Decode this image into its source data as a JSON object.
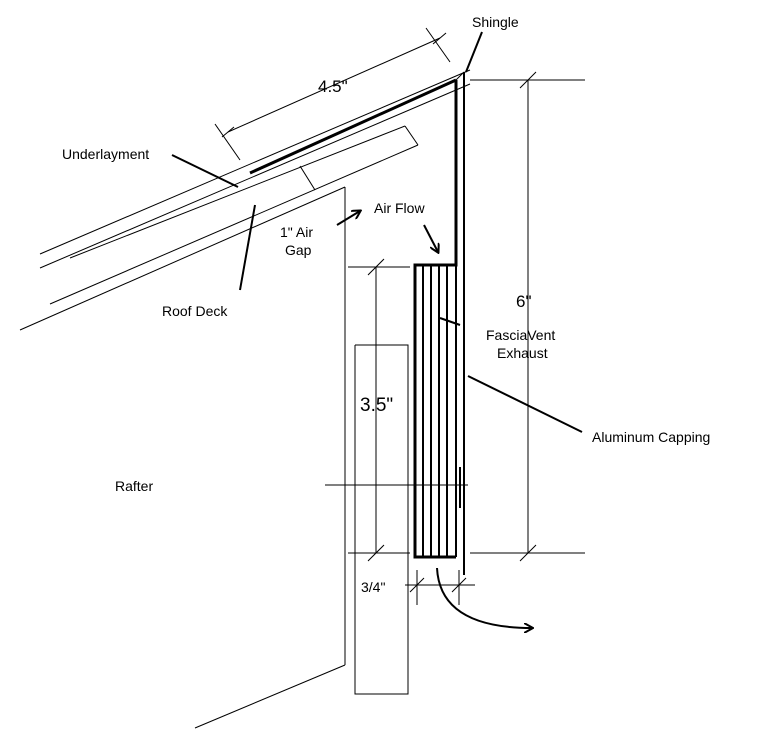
{
  "labels": {
    "shingle": "Shingle",
    "underlayment": "Underlayment",
    "roof_deck": "Roof Deck",
    "air_gap_line1": "1\" Air",
    "air_gap_line2": "Gap",
    "air_flow": "Air Flow",
    "fasciavent_line1": "FasciaVent",
    "fasciavent_line2": "Exhaust",
    "aluminum_capping": "Aluminum Capping",
    "rafter": "Rafter"
  },
  "dimensions": {
    "shingle_width": "4.5\"",
    "height_total": "6\"",
    "vent_height": "3.5\"",
    "vent_thickness": "3/4\""
  }
}
